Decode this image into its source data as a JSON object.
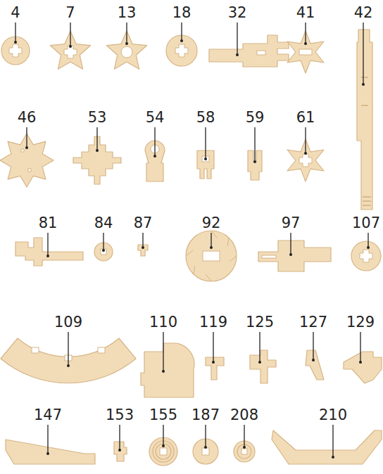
{
  "diagram": {
    "labels": [
      "4",
      "7",
      "13",
      "18",
      "32",
      "41",
      "42",
      "46",
      "53",
      "54",
      "58",
      "59",
      "61",
      "81",
      "84",
      "87",
      "92",
      "97",
      "107",
      "109",
      "110",
      "119",
      "125",
      "127",
      "129",
      "147",
      "153",
      "155",
      "187",
      "208",
      "210"
    ]
  }
}
